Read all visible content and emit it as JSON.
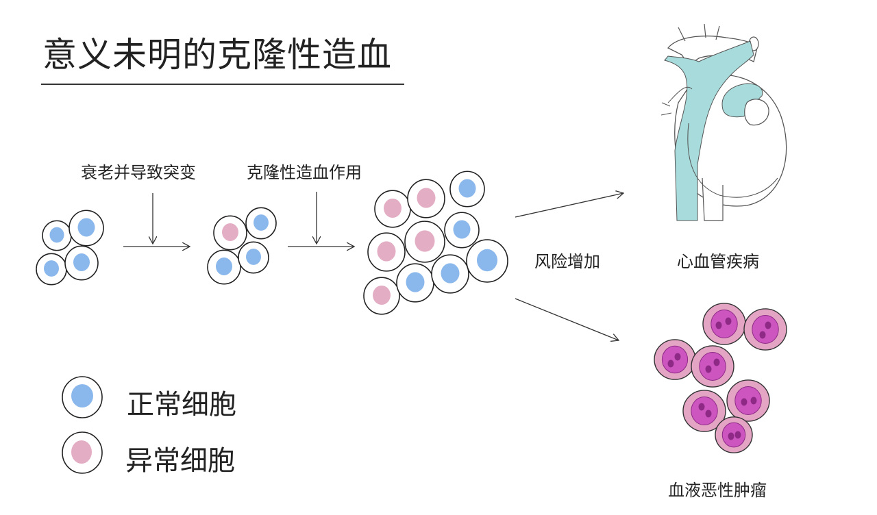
{
  "title": "意义未明的克隆性造血",
  "steps": {
    "aging": "衰老并导致突变",
    "clonal": "克隆性造血作用",
    "risk": "风险增加"
  },
  "outcomes": {
    "cardio": "心血管疾病",
    "heme": "血液恶性肿瘤"
  },
  "legend": {
    "normal": "正常细胞",
    "abnormal": "异常细胞"
  },
  "colors": {
    "normal_nucleus": "#8ab8ec",
    "abnormal_nucleus": "#e3adc3",
    "heart": "#a8dcdc",
    "tumor_cell": "#e4a4c4",
    "tumor_nucleus": "#cc55c0",
    "tumor_nucleolus": "#8e2a86"
  },
  "icons": [
    "heart-illustration",
    "tumor-cell-cluster"
  ]
}
